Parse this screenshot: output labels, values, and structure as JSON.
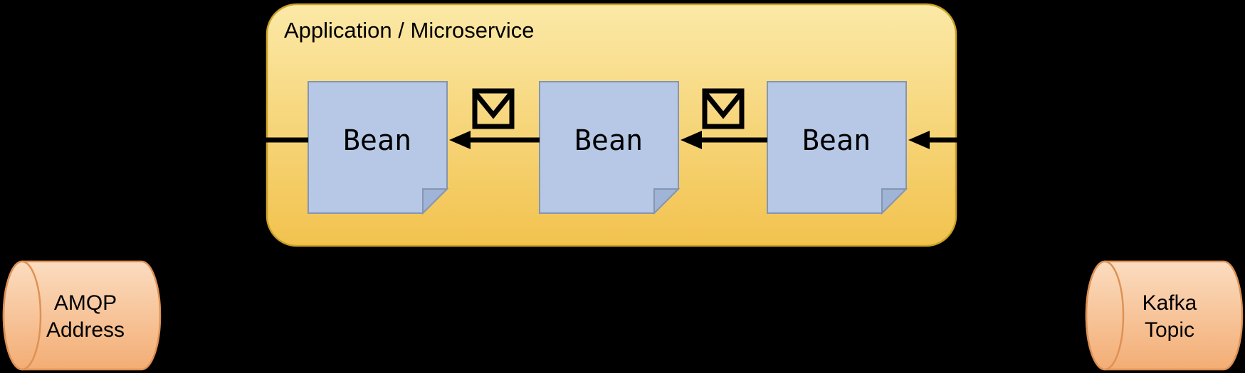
{
  "diagram": {
    "background_color": "#000000",
    "container": {
      "label": "Application / Microservice",
      "fill_top": "#FBE9A7",
      "fill_bottom": "#F2C24E",
      "stroke": "#C9A227"
    },
    "beans": [
      {
        "label": "Bean"
      },
      {
        "label": "Bean"
      },
      {
        "label": "Bean"
      }
    ],
    "bean_style": {
      "fill": "#B6C8E6",
      "fold_fill": "#9FB4D6",
      "stroke": "#8496B0"
    },
    "message_icons": [
      {
        "icon": "envelope-icon"
      },
      {
        "icon": "envelope-icon"
      }
    ],
    "arrow_color": "#000000",
    "queues": {
      "amqp": {
        "line1": "AMQP",
        "line2": "Address"
      },
      "kafka": {
        "line1": "Kafka",
        "line2": "Topic"
      }
    },
    "queue_style": {
      "fill_top": "#FBDCC0",
      "fill_bottom": "#F3AD74",
      "stroke": "#DE9154"
    }
  }
}
